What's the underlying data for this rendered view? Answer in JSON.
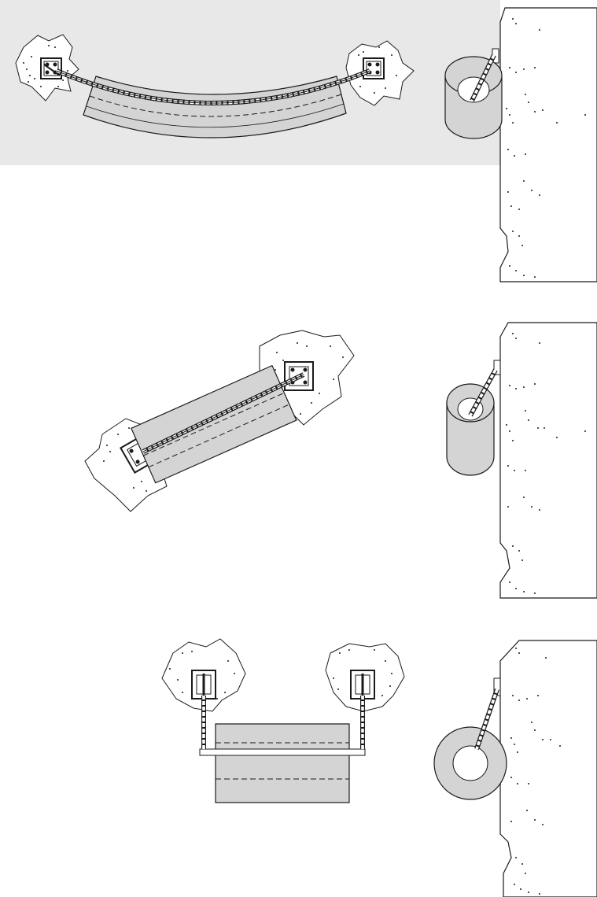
{
  "colors": {
    "background": "#ffffff",
    "highlight_band": "#e8e8e8",
    "fender_fill": "#d4d4d4",
    "line": "#1a1a1a"
  },
  "icons": {
    "anchor_block": "concrete-anchor-block-icon",
    "anchor_plate": "bolted-anchor-plate-icon",
    "chain": "chain-link-icon",
    "fender_cylinder": "cylindrical-fender-icon",
    "quay_wall": "quay-wall-section-icon"
  },
  "scenes": [
    {
      "id": "scene-1",
      "highlighted": true
    },
    {
      "id": "scene-2",
      "highlighted": false
    },
    {
      "id": "scene-3",
      "highlighted": false
    }
  ]
}
